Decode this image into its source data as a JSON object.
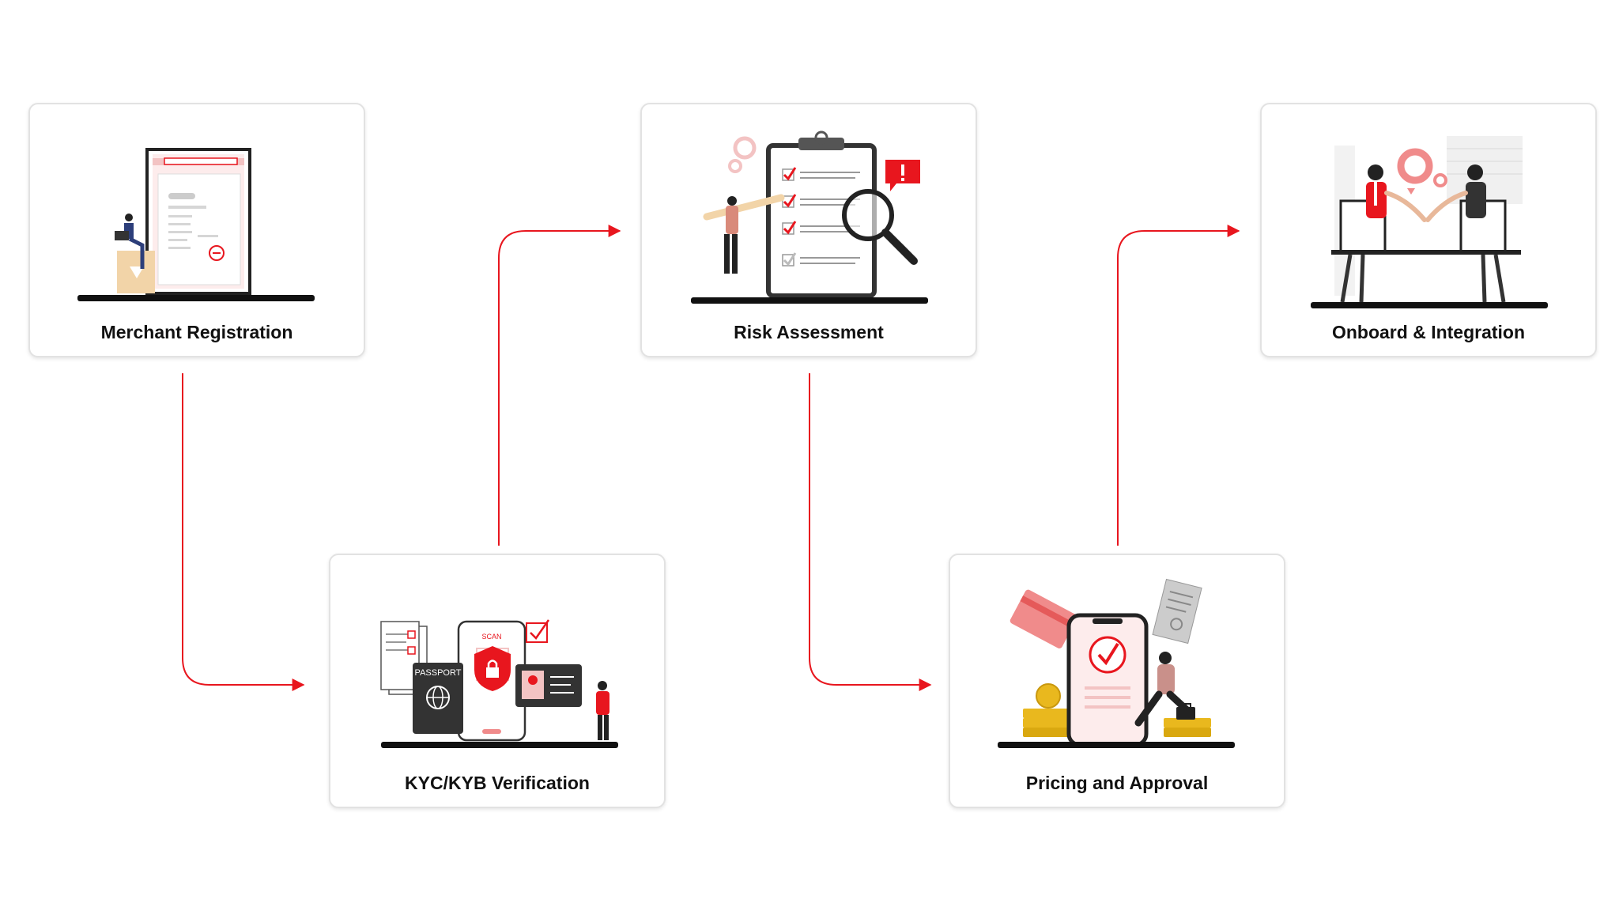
{
  "steps": [
    {
      "id": "merchant-registration",
      "label": "Merchant Registration"
    },
    {
      "id": "kyc-kyb-verification",
      "label": "KYC/KYB Verification"
    },
    {
      "id": "risk-assessment",
      "label": "Risk Assessment"
    },
    {
      "id": "pricing-and-approval",
      "label": "Pricing and Approval"
    },
    {
      "id": "onboard-and-integration",
      "label": "Onboard & Integration"
    }
  ],
  "illustration_text": {
    "passport": "PASSPORT",
    "scan": "SCAN"
  },
  "colors": {
    "accent": "#e8161e",
    "accent_light": "#f08b8b",
    "dark": "#2b2b2b",
    "gold": "#e9b81e"
  }
}
